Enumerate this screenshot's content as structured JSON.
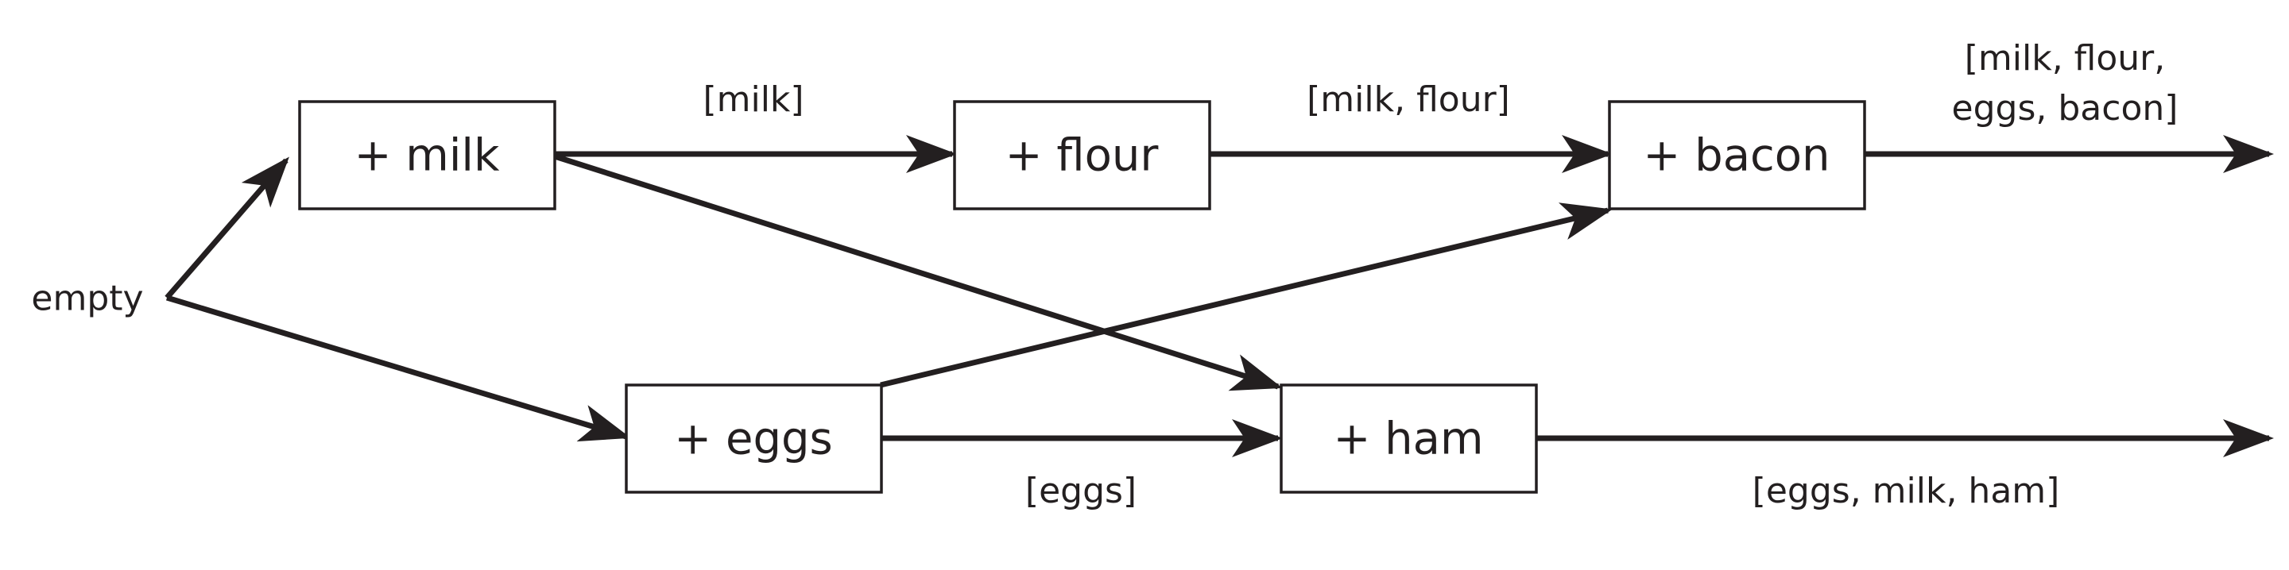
{
  "diagram": {
    "start": "empty",
    "nodes": {
      "milk": "+ milk",
      "flour": "+ flour",
      "bacon": "+ bacon",
      "eggs": "+ eggs",
      "ham": "+ ham"
    },
    "labels": {
      "milk_to_flour": "[milk]",
      "flour_to_bacon": "[milk, flour]",
      "bacon_out_line1": "[milk, flour,",
      "bacon_out_line2": "eggs, bacon]",
      "eggs_to_ham": "[eggs]",
      "ham_out": "[eggs, milk, ham]"
    },
    "colors": {
      "ink": "#231f20",
      "background": "#ffffff"
    }
  }
}
